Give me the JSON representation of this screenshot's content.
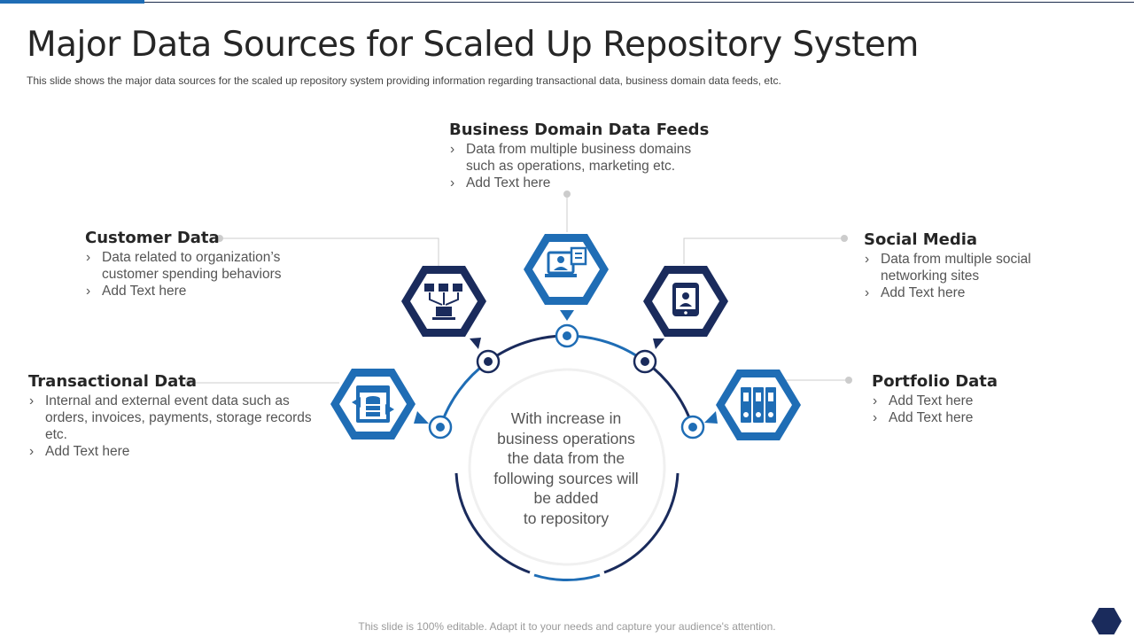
{
  "slide": {
    "title": "Major Data Sources for Scaled Up Repository System",
    "subtitle": "This slide shows the major data sources for the scaled up repository system providing  information  regarding transactional data, business domain data feeds, etc.",
    "footer": "This slide is 100% editable. Adapt it to your needs and capture your audience's attention."
  },
  "center": {
    "lines": [
      "With increase in",
      "business operations",
      "the data from the",
      "following sources will",
      "be added",
      "to repository"
    ]
  },
  "sources": {
    "business_domain": {
      "heading": "Business Domain Data Feeds",
      "items": [
        "Data from multiple business domains such as operations, marketing etc.",
        "Add Text here"
      ],
      "icon": "monitor-user-document-icon"
    },
    "customer": {
      "heading": "Customer Data",
      "items": [
        "Data related to organization’s customer spending behaviors",
        "Add Text here"
      ],
      "icon": "folders-network-icon"
    },
    "social": {
      "heading": "Social Media",
      "items": [
        "Data from multiple social networking sites",
        "Add Text here"
      ],
      "icon": "tablet-user-icon"
    },
    "transactional": {
      "heading": "Transactional Data",
      "items": [
        "Internal  and external event data such as orders, invoices, payments, storage records etc.",
        "Add Text here"
      ],
      "icon": "database-transfer-icon"
    },
    "portfolio": {
      "heading": "Portfolio Data",
      "items": [
        "Add Text here",
        "Add Text here"
      ],
      "icon": "binders-icon"
    }
  },
  "colors": {
    "navy": "#1a2b5c",
    "blue": "#1f6db5",
    "accent_bar": "#1f6db5",
    "connector": "#cccccc"
  }
}
